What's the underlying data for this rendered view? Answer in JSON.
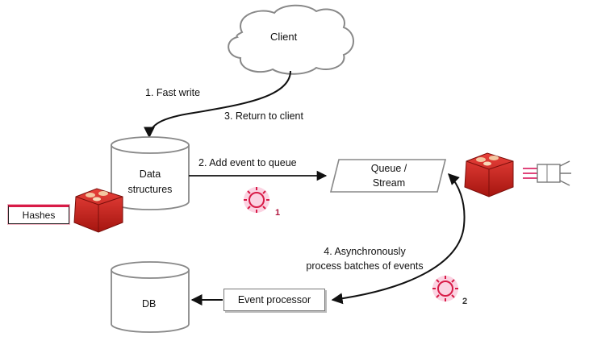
{
  "diagram": {
    "client": {
      "label": "Client",
      "icon": "cloud-icon"
    },
    "data_structures": {
      "label_line1": "Data",
      "label_line2": "structures",
      "icon": "database-cylinder-icon"
    },
    "db": {
      "label": "DB",
      "icon": "database-cylinder-icon"
    },
    "queue": {
      "label_line1": "Queue /",
      "label_line2": "Stream"
    },
    "event_processor": {
      "label": "Event processor"
    },
    "hashes": {
      "label": "Hashes"
    },
    "steps": {
      "step1": "1. Fast write",
      "step2": "2. Add event to queue",
      "step3": "3. Return to client",
      "step4_line1": "4. Asynchronously",
      "step4_line2": "process batches of events"
    },
    "gears": [
      {
        "badge": "1",
        "icon": "gear-icon"
      },
      {
        "badge": "2",
        "icon": "gear-icon"
      }
    ],
    "colors": {
      "redis_red": "#c8201e",
      "accent_pink": "#d81b47",
      "gear_pink": "#e0457b",
      "line": "#111111",
      "border_gray": "#777777"
    }
  }
}
